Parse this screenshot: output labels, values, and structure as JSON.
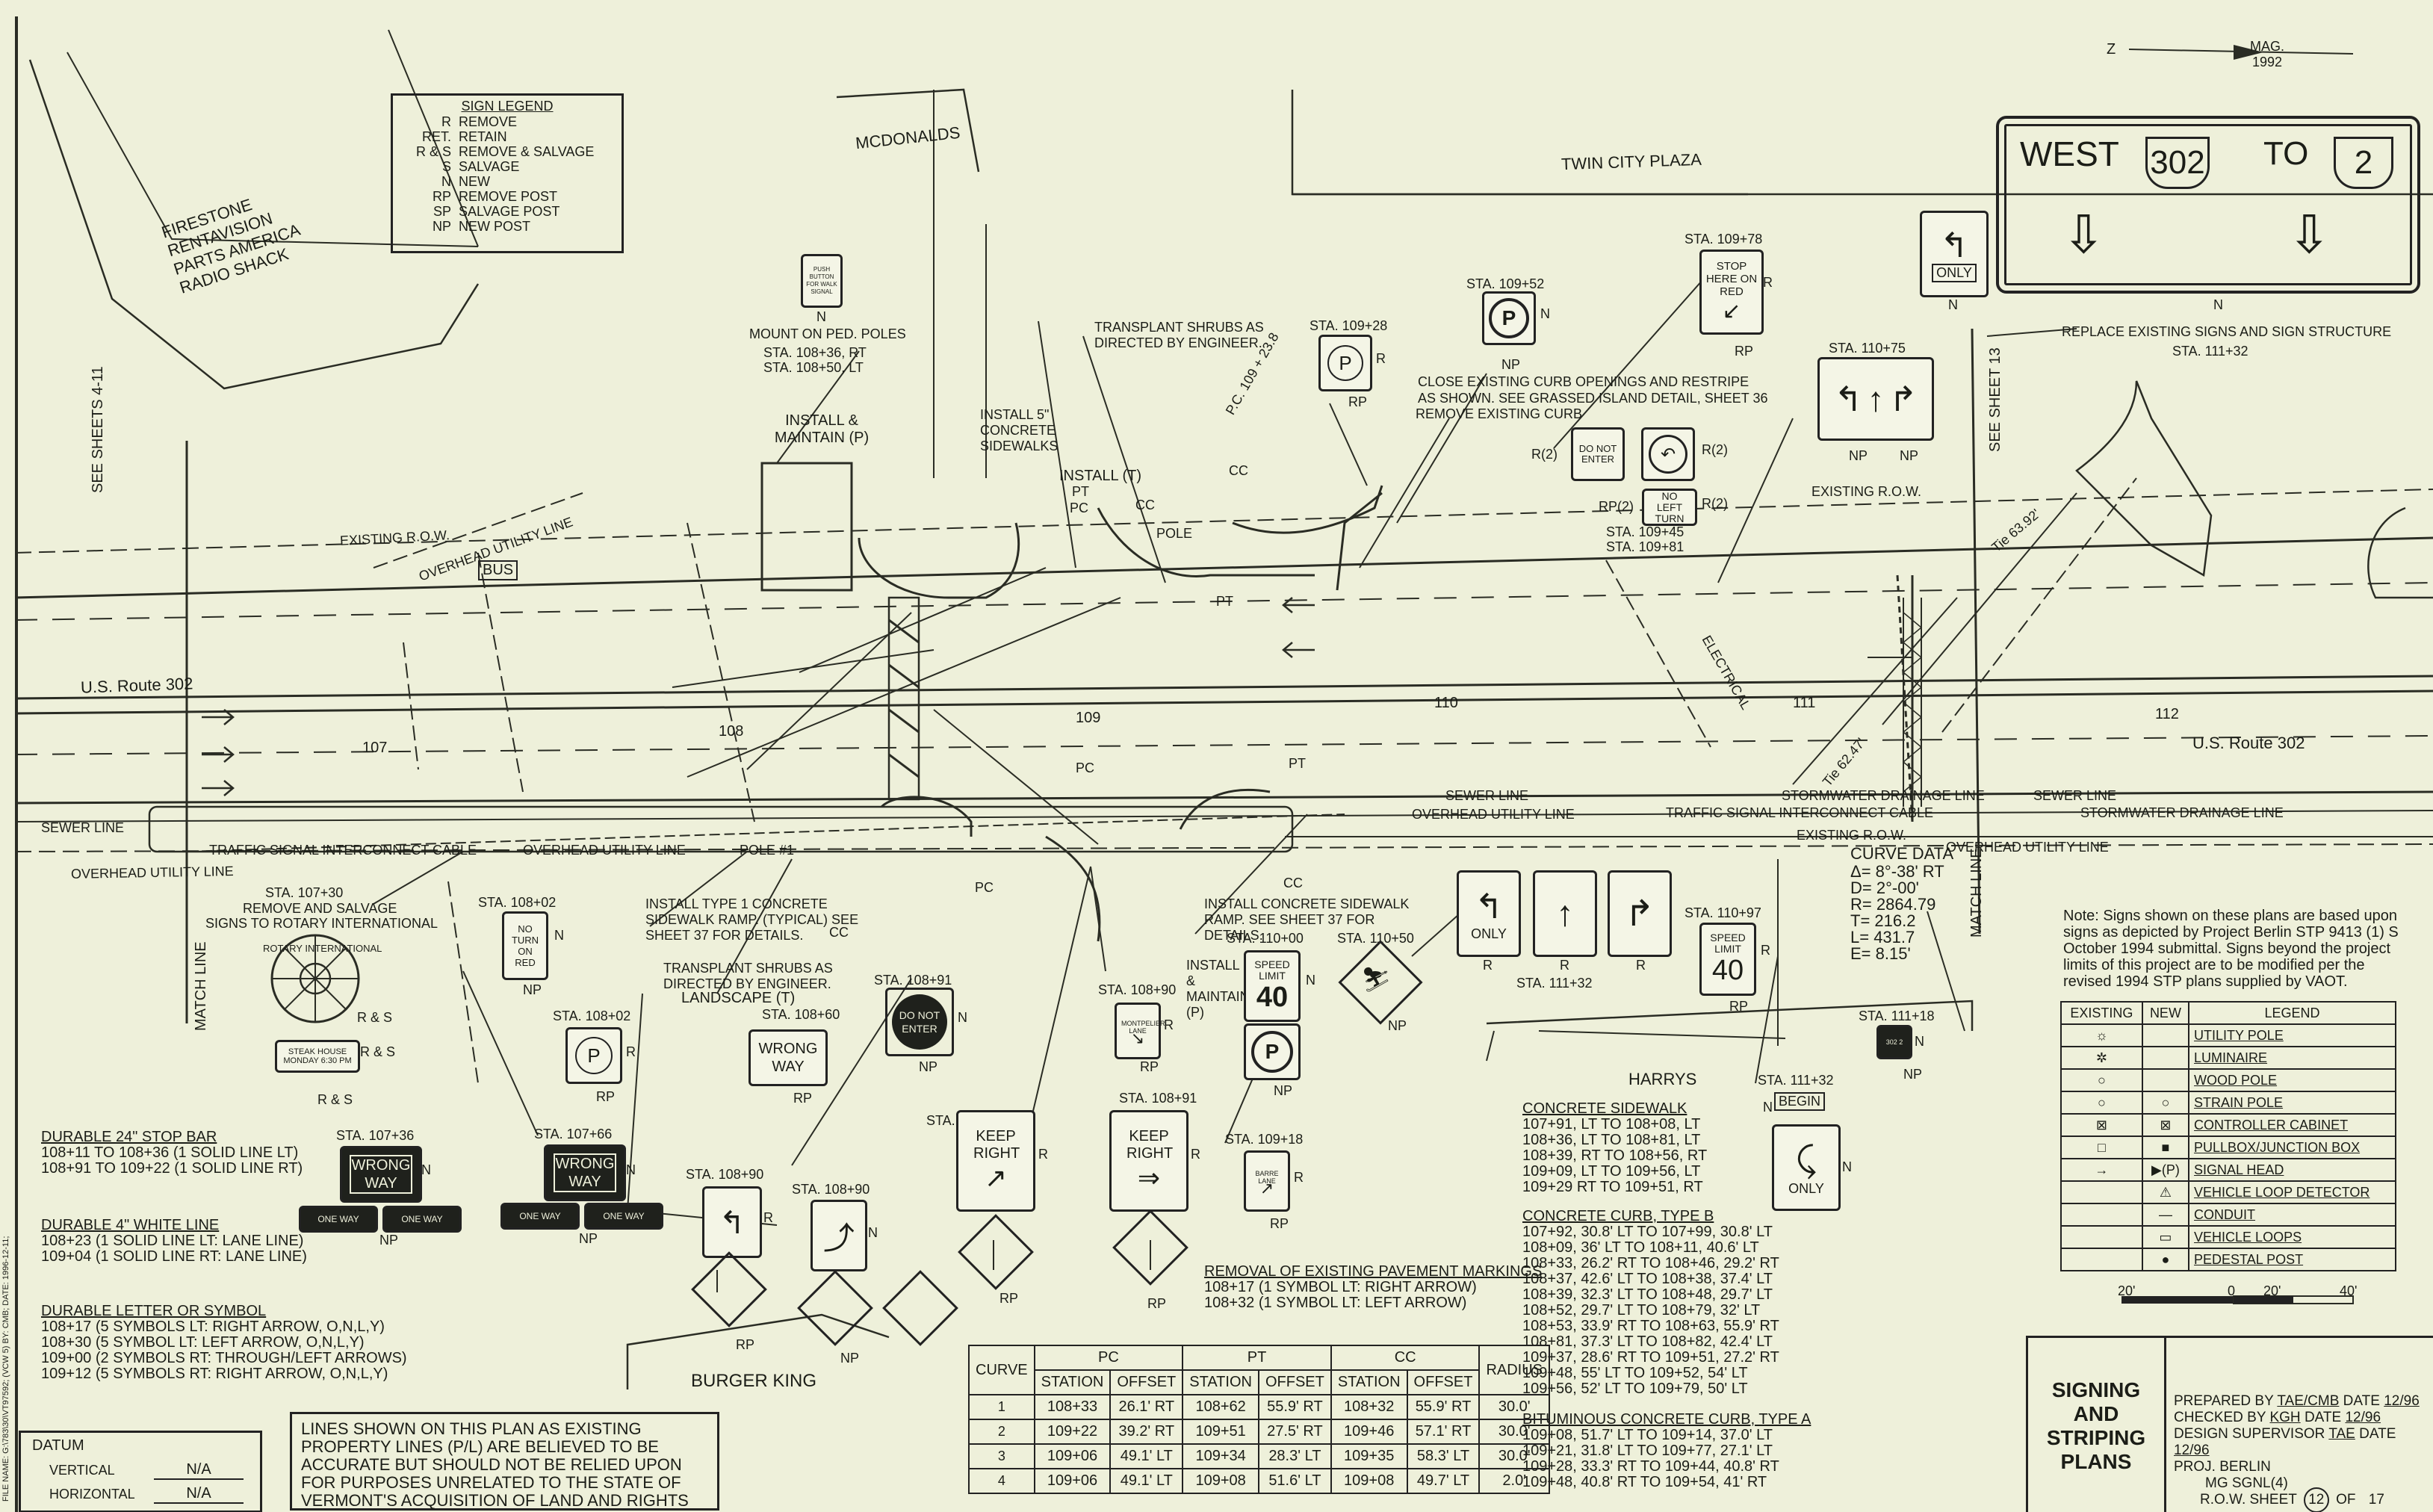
{
  "header": {
    "north_label": "Z",
    "mag_label": "MAG. 1992",
    "guide_sign": {
      "west": "WEST",
      "route1": "302",
      "to": "TO",
      "route2": "2"
    },
    "only_sign": "ONLY",
    "n_mark": "N"
  },
  "places": {
    "mcdonalds": "MCDONALDS",
    "twin_city_plaza": "TWIN CITY PLAZA",
    "firestone": [
      "FIRESTONE",
      "RENTAVISION",
      "PARTS AMERICA",
      "RADIO SHACK"
    ],
    "burger_king": "BURGER KING",
    "harrys": "HARRYS",
    "us_route_302_left": "U.S. Route 302",
    "us_route_302_right": "U.S. Route 302",
    "bus": "BUS",
    "see_sheets_4_11": "SEE SHEETS 4-11",
    "see_sheet_13": "SEE SHEET 13",
    "match_line_left": "MATCH LINE",
    "match_line_right": "MATCH LINE"
  },
  "utility_labels": {
    "existing_row": "EXISTING R.O.W.",
    "overhead_utility_line": "OVERHEAD UTILITY LINE",
    "sewer_line": "SEWER LINE",
    "stormwater_drainage_line": "STORMWATER DRAINAGE LINE",
    "traffic_signal_interconnect": "TRAFFIC SIGNAL INTERCONNECT CABLE",
    "electrical": "ELECTRICAL",
    "tie_left": "Tie 62.47'",
    "tie_right": "Tie 63.92'"
  },
  "stations": {
    "s107": "107",
    "s108": "108",
    "s109": "109",
    "s110": "110",
    "s111": "111",
    "s112": "112",
    "pc109": "P.C. 109 + 23.8"
  },
  "sign_legend": {
    "title": "SIGN LEGEND",
    "items": [
      {
        "code": "R",
        "desc": "REMOVE"
      },
      {
        "code": "RET.",
        "desc": "RETAIN"
      },
      {
        "code": "R & S",
        "desc": "REMOVE & SALVAGE"
      },
      {
        "code": "S",
        "desc": "SALVAGE"
      },
      {
        "code": "N",
        "desc": "NEW"
      },
      {
        "code": "RP",
        "desc": "REMOVE POST"
      },
      {
        "code": "SP",
        "desc": "SALVAGE POST"
      },
      {
        "code": "NP",
        "desc": "NEW POST"
      }
    ]
  },
  "annotations": {
    "mount_ped": "MOUNT ON PED. POLES",
    "mount_sta1": "STA. 108+36, RT",
    "mount_sta2": "STA. 108+50, LT",
    "push_button": "PUSH BUTTON FOR WALK SIGNAL",
    "install_maintain_p": "INSTALL & MAINTAIN (P)",
    "install_sidewalks": "INSTALL 5\" CONCRETE SIDEWALKS",
    "install_t": "INSTALL (T)",
    "transplant_top": "TRANSPLANT SHRUBS AS DIRECTED BY ENGINEER.",
    "close_curb": "CLOSE EXISTING CURB OPENINGS AND RESTRIPE AS SHOWN.  SEE GRASSED ISLAND DETAIL, SHEET 36",
    "remove_curb": "REMOVE EXISTING CURB",
    "replace_signs": "REPLACE EXISTING SIGNS AND SIGN STRUCTURE",
    "replace_sta": "STA. 111+32",
    "sta_10978": "STA. 109+78",
    "sta_10952": "STA. 109+52",
    "sta_10928": "STA. 109+28",
    "sta_11075": "STA. 110+75",
    "sta_10945": "STA. 109+45",
    "sta_10981": "STA. 109+81",
    "remove_salvage": "STA. 107+30",
    "remove_salvage2": "REMOVE AND SALVAGE",
    "remove_salvage3": "SIGNS TO ROTARY INTERNATIONAL",
    "rotary": "ROTARY INTERNATIONAL",
    "steak_house": "STEAK HOUSE MONDAY 6:30 PM",
    "sta_10802a": "STA. 108+02",
    "sta_10802b": "STA. 108+02",
    "install_ramp_left": "INSTALL TYPE 1 CONCRETE SIDEWALK RAMP. (TYPICAL) SEE SHEET 37 FOR DETAILS.",
    "transplant_bottom": "TRANSPLANT SHRUBS AS DIRECTED BY ENGINEER.",
    "landscape": "LANDSCAPE (T)",
    "sta_10860": "STA. 108+60",
    "sta_10891a": "STA. 108+91",
    "sta_10890a": "STA. 108+90",
    "sta_10891b": "STA. 108+91",
    "sta_10891c": "STA. 108+91",
    "sta_10890b": "STA. 108+90",
    "sta_10890c": "STA. 108+90",
    "sta_10918": "STA. 109+18",
    "sta_10736": "STA. 107+36",
    "sta_10766": "STA. 107+66",
    "install_ramp_right": "INSTALL CONCRETE SIDEWALK RAMP. SEE SHEET 37 FOR DETAILS.",
    "install_maintain_p2": "INSTALL & MAINTAIN (P)",
    "sta_11000": "STA. 110+00",
    "sta_11050": "STA. 110+50",
    "sta_11132a": "STA. 111+32",
    "sta_11097": "STA. 110+97",
    "sta_11118": "STA. 111+18",
    "sta_11132b": "STA. 111+32",
    "pole": "POLE",
    "pole_a": "POLE #1",
    "cc": "CC",
    "pc": "PC",
    "pt": "PT",
    "begin": "BEGIN",
    "only": "ONLY"
  },
  "signs": {
    "stop_red": "STOP HERE ON RED",
    "do_not_enter": "DO NOT ENTER",
    "no_left_turn": "NO LEFT TURN",
    "no_turn_on_red": "NO TURN ON RED",
    "wrong_way": "WRONG WAY",
    "one_way": "ONE WAY",
    "speed_limit": "SPEED LIMIT",
    "speed_value": "40",
    "keep_right": "KEEP RIGHT",
    "montpelier_lane": "MONTPELIER LANE",
    "barre_lane": "BARRE LANE",
    "route_num": "302 2"
  },
  "codes": {
    "r": "R",
    "n": "N",
    "np": "NP",
    "rp": "RP",
    "r2": "R(2)",
    "rp2": "RP(2)",
    "rs": "R & S"
  },
  "curve_data": {
    "title": "CURVE DATA",
    "lines": [
      "Δ= 8°-38' RT",
      "D= 2°-00'",
      "R= 2864.79",
      "T= 216.2",
      "L= 431.7",
      "E= 8.15'"
    ]
  },
  "note": "Note: Signs shown on these plans are based upon signs as depicted by Project Berlin STP 9413 (1) S October 1994 submittal.  Signs beyond the project limits of this project are to be modified per the revised 1994 STP plans supplied by VAOT.",
  "legend_table": {
    "headers": [
      "EXISTING",
      "NEW",
      "LEGEND"
    ],
    "rows": [
      "UTILITY POLE",
      "LUMINAIRE",
      "WOOD POLE",
      "STRAIN POLE",
      "CONTROLLER CABINET",
      "PULLBOX/JUNCTION BOX",
      "SIGNAL HEAD",
      "VEHICLE LOOP DETECTOR",
      "CONDUIT",
      "VEHICLE LOOPS",
      "PEDESTAL POST"
    ]
  },
  "scale": {
    "labels": [
      "20'",
      "0",
      "20'",
      "40'"
    ]
  },
  "stop_bar": {
    "title": "DURABLE 24\" STOP BAR",
    "lines": [
      "108+11 TO 108+36 (1 SOLID LINE LT)",
      "108+91 TO 109+22 (1 SOLID LINE RT)"
    ]
  },
  "white_line": {
    "title": "DURABLE 4\" WHITE LINE",
    "lines": [
      "108+23 (1 SOLID LINE LT: LANE LINE)",
      "109+04 (1 SOLID LINE RT: LANE LINE)"
    ]
  },
  "letter_symbol": {
    "title": "DURABLE LETTER OR SYMBOL",
    "lines": [
      "108+17 (5 SYMBOLS LT: RIGHT ARROW, O,N,L,Y)",
      "108+30 (5 SYMBOL LT: LEFT ARROW, O,N,L,Y)",
      "109+00 (2 SYMBOLS RT: THROUGH/LEFT ARROWS)",
      "109+12 (5 SYMBOLS RT: RIGHT ARROW, O,N,L,Y)"
    ]
  },
  "removal_markings": {
    "title": "REMOVAL OF EXISTING PAVEMENT MARKINGS",
    "lines": [
      "108+17 (1 SYMBOL LT: RIGHT ARROW)",
      "108+32 (1 SYMBOL LT: LEFT ARROW)"
    ]
  },
  "concrete_sidewalk": {
    "title": "CONCRETE SIDEWALK",
    "lines": [
      "107+91, LT TO 108+08, LT",
      "108+36, LT TO 108+81, LT",
      "108+39, RT TO 108+56, RT",
      "109+09, LT TO 109+56, LT",
      "109+29 RT TO 109+51, RT"
    ]
  },
  "concrete_curb": {
    "title": "CONCRETE CURB, TYPE B",
    "lines": [
      "107+92, 30.8' LT TO 107+99, 30.8' LT",
      "108+09, 36' LT TO 108+11, 40.6' LT",
      "108+33, 26.2' RT TO 108+46, 29.2' RT",
      "108+37, 42.6' LT TO 108+38, 37.4' LT",
      "108+39, 32.3' LT TO 108+48, 29.7' LT",
      "108+52, 29.7' LT TO 108+79, 32' LT",
      "108+53, 33.9' RT TO 108+63, 55.9' RT",
      "108+81, 37.3' LT TO 108+82, 42.4' LT",
      "109+37, 28.6' RT TO 109+51, 27.2' RT",
      "109+48, 55' LT TO 109+52, 54' LT",
      "109+56, 52' LT TO 109+79, 50' LT"
    ]
  },
  "bituminous_curb": {
    "title": "BITUMINOUS CONCRETE CURB, TYPE A",
    "lines": [
      "109+08, 51.7' LT TO 109+14, 37.0' LT",
      "109+21, 31.8' LT TO 109+77, 27.1' LT",
      "109+28, 33.3' RT TO 109+44, 40.8' RT",
      "109+48, 40.8' RT TO 109+54, 41' RT"
    ]
  },
  "curve_table": {
    "headers": [
      "CURVE",
      "PC",
      "PT",
      "CC",
      "RADIUS"
    ],
    "subheaders": [
      "STATION",
      "OFFSET",
      "STATION",
      "OFFSET",
      "STATION",
      "OFFSET"
    ],
    "rows": [
      {
        "curve": "1",
        "pc_sta": "108+33",
        "pc_off": "26.1' RT",
        "pt_sta": "108+62",
        "pt_off": "55.9' RT",
        "cc_sta": "108+32",
        "cc_off": "55.9' RT",
        "radius": "30.0'"
      },
      {
        "curve": "2",
        "pc_sta": "109+22",
        "pc_off": "39.2' RT",
        "pt_sta": "109+51",
        "pt_off": "27.5' RT",
        "cc_sta": "109+46",
        "cc_off": "57.1' RT",
        "radius": "30.0'"
      },
      {
        "curve": "3",
        "pc_sta": "109+06",
        "pc_off": "49.1' LT",
        "pt_sta": "109+34",
        "pt_off": "28.3' LT",
        "cc_sta": "109+35",
        "cc_off": "58.3' LT",
        "radius": "30.0'"
      },
      {
        "curve": "4",
        "pc_sta": "109+06",
        "pc_off": "49.1' LT",
        "pt_sta": "109+08",
        "pt_off": "51.6' LT",
        "cc_sta": "109+08",
        "cc_off": "49.7' LT",
        "radius": "2.0'"
      }
    ]
  },
  "datum": {
    "title": "DATUM",
    "vertical_label": "VERTICAL",
    "vertical_value": "N/A",
    "horizontal_label": "HORIZONTAL",
    "horizontal_value": "N/A"
  },
  "disclaimer": "LINES SHOWN ON THIS PLAN AS EXISTING PROPERTY LINES (P/L) ARE BELIEVED TO BE ACCURATE BUT SHOULD NOT BE RELIED UPON FOR PURPOSES UNRELATED TO THE STATE OF VERMONT'S ACQUISITION OF LAND AND RIGHTS FOR THIS PROJECT.",
  "title_block": {
    "title": "SIGNING AND STRIPING PLANS",
    "prepared_by_label": "PREPARED BY",
    "prepared_by": "TAE/CMB",
    "checked_by_label": "CHECKED BY",
    "checked_by": "KGH",
    "design_supervisor_label": "DESIGN SUPERVISOR",
    "design_supervisor": "TAE",
    "date_label": "DATE",
    "date_value": "12/96",
    "proj_label": "PROJ.",
    "proj_value": "BERLIN",
    "proj_number": "MG SGNL(4)",
    "row_sheet_label": "R.O.W. SHEET",
    "sheet_num": "12",
    "of_label": "OF",
    "total": "17"
  },
  "file_info": "FILE NAME: G:\\783\\30\\VT97592; (VCW 5) BY: CMB; DATE: 1996-12-11;"
}
